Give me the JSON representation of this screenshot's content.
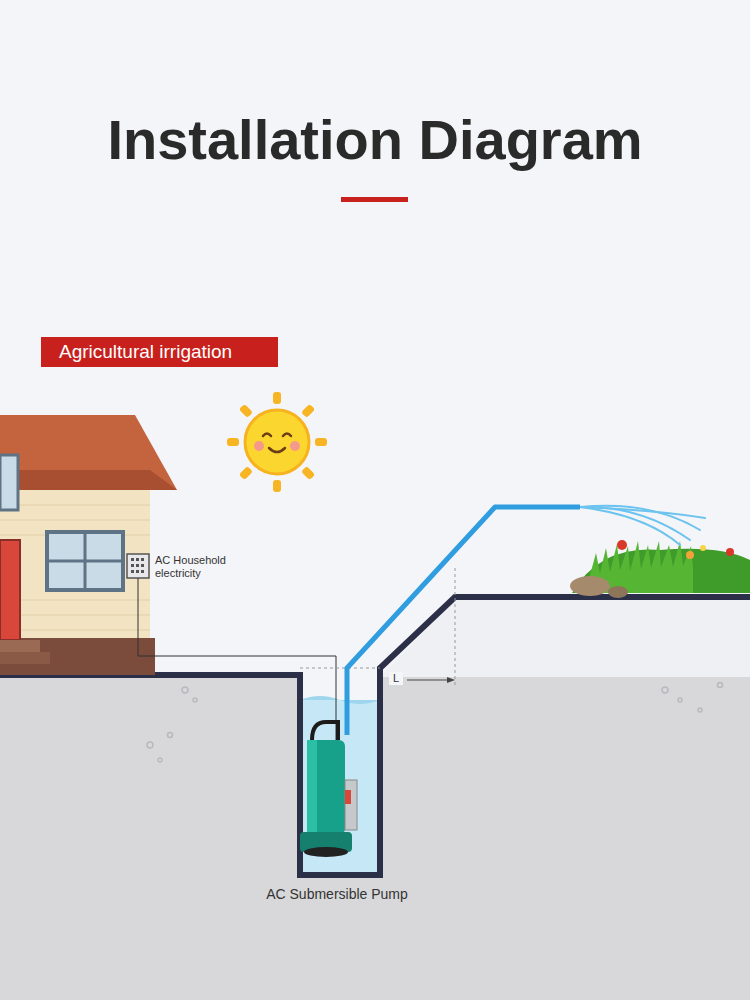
{
  "diagram": {
    "title": "Installation Diagram",
    "nodes": [
      {
        "text": [
          "Agricultural irrigation"
        ]
      }
    ],
    "labels": [
      "AC Household electricity",
      "L",
      "AC Submersible Pump"
    ]
  }
}
